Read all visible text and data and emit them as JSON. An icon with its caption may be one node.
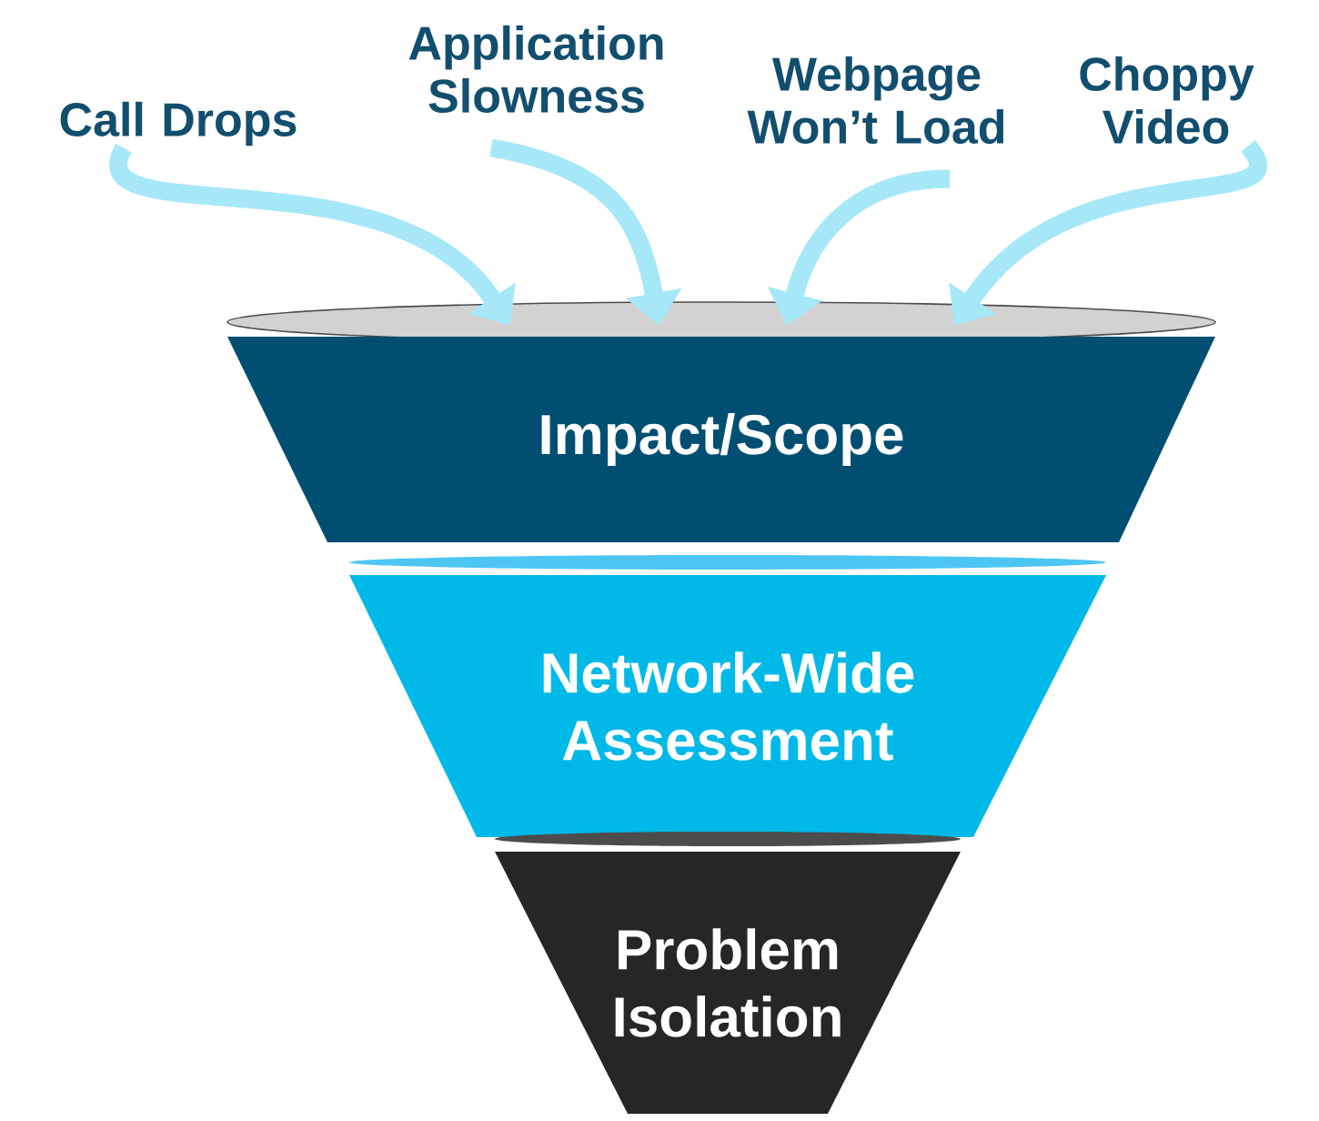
{
  "diagram": {
    "nodes": [
      {
        "text": [
          "Call Drops"
        ]
      },
      {
        "text": [
          "Application Slowness"
        ]
      },
      {
        "text": [
          "Webpage Won’t Load"
        ]
      },
      {
        "text": [
          "Choppy Video"
        ]
      },
      {
        "text": [
          "Impact/Scope"
        ]
      },
      {
        "text": [
          "Network-Wide Assessment"
        ]
      },
      {
        "text": [
          "Problem Isolation"
        ]
      }
    ],
    "edges": [
      {
        "from": 0,
        "to": 4,
        "arrow": "to"
      },
      {
        "from": 1,
        "to": 4,
        "arrow": "to"
      },
      {
        "from": 2,
        "to": 4,
        "arrow": "to"
      },
      {
        "from": 3,
        "to": 4,
        "arrow": "to"
      }
    ]
  }
}
